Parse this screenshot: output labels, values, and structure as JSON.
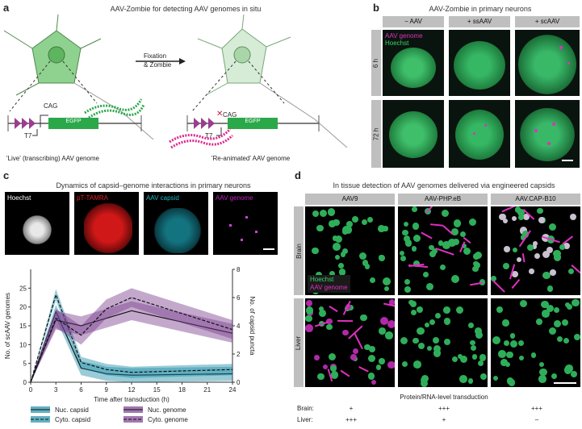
{
  "panel_labels": {
    "a": "a",
    "b": "b",
    "c": "c",
    "d": "d"
  },
  "panel_a": {
    "title": "AAV-Zombie for detecting AAV genomes in situ",
    "arrow_label": "Fixation\n& Zombie",
    "cag": "CAG",
    "t7": "T7",
    "egfp": "EGFP",
    "live_caption": "'Live' (transcribing) AAV genome",
    "reanimated_caption": "'Re-animated' AAV genome",
    "colors": {
      "neuron": "#8fd18f",
      "egfp": "#2aa84a",
      "itr": "#9b3d8f",
      "rna_green": "#2aa84a",
      "rna_magenta": "#e0248f"
    }
  },
  "panel_b": {
    "title": "AAV-Zombie in primary neurons",
    "columns": [
      "− AAV",
      "+ ssAAV",
      "+ scAAV"
    ],
    "rows": [
      "6 h",
      "72 h"
    ],
    "legend": {
      "genome": "AAV genome",
      "nuclear": "Hoechst"
    }
  },
  "panel_c": {
    "title": "Dynamics of capsid–genome interactions in primary neurons",
    "channels": [
      {
        "label": "Hoechst",
        "color": "#ffffff"
      },
      {
        "label": "pT-TAMRA",
        "color": "#e02020"
      },
      {
        "label": "AAV capsid",
        "color": "#1fb5c4"
      },
      {
        "label": "AAV genome",
        "color": "#c020c0"
      }
    ]
  },
  "chart_data": {
    "type": "line",
    "xlabel": "Time after transduction (h)",
    "ylabel": "No. of scAAV genomes",
    "y2label": "No. of capsid puncta",
    "x": [
      0,
      3,
      6,
      9,
      12,
      24
    ],
    "xticks": [
      0,
      3,
      6,
      9,
      12,
      15,
      18,
      21,
      24
    ],
    "ylim": [
      0,
      30
    ],
    "yticks": [
      0,
      5,
      10,
      15,
      20,
      25
    ],
    "y2lim": [
      0,
      8
    ],
    "y2ticks": [
      0,
      2,
      4,
      6,
      8
    ],
    "series": [
      {
        "name": "Nuc. capsid",
        "axis": "right",
        "style": "solid",
        "color": "#1f8fa8",
        "values": [
          0,
          5.0,
          1.0,
          0.6,
          0.5,
          0.6
        ],
        "band": 0.5
      },
      {
        "name": "Cyto. capsid",
        "axis": "right",
        "style": "dashed",
        "color": "#1f8fa8",
        "values": [
          0,
          6.2,
          1.4,
          0.9,
          0.7,
          0.9
        ],
        "band": 0.4
      },
      {
        "name": "Nuc. genome",
        "axis": "left",
        "style": "solid",
        "color": "#7a3d8f",
        "values": [
          0,
          16.5,
          15.0,
          17.0,
          19.0,
          13.0
        ],
        "band": 2.5
      },
      {
        "name": "Cyto. genome",
        "axis": "left",
        "style": "dashed",
        "color": "#7a3d8f",
        "values": [
          0,
          17.0,
          12.5,
          19.5,
          22.5,
          14.0
        ],
        "band": 2.5
      }
    ]
  },
  "panel_d": {
    "title": "In tissue detection of AAV genomes delivered via engineered capsids",
    "columns": [
      "AAV9",
      "AAV-PHP.eB",
      "AAV.CAP-B10"
    ],
    "rows": [
      "Brain",
      "Liver"
    ],
    "legend": {
      "nuclear": "Hoechst",
      "genome": "AAV genome"
    },
    "table_title": "Protein/RNA-level transduction",
    "table": [
      {
        "tissue": "Brain:",
        "values": [
          "+",
          "+++",
          "+++"
        ]
      },
      {
        "tissue": "Liver:",
        "values": [
          "+++",
          "+",
          "–"
        ]
      }
    ]
  }
}
